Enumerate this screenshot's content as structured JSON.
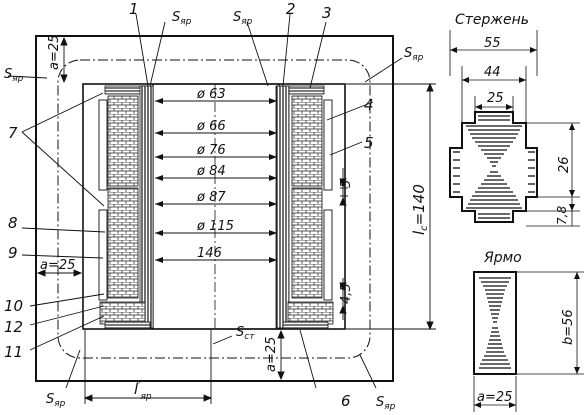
{
  "labels": {
    "n1": "1",
    "n2": "2",
    "n3": "3",
    "n4": "4",
    "n5": "5",
    "n6": "6",
    "n7": "7",
    "n8": "8",
    "n9": "9",
    "n10": "10",
    "n11": "11",
    "n12": "12",
    "s_yar": "S",
    "s_yar_sub": "яр",
    "s_st": "S",
    "s_st_sub": "ст",
    "a25": "a=25",
    "lc": "l",
    "lc_sub": "c",
    "lc_val": "=140",
    "lyar": "l",
    "lyar_sup": "′",
    "lyar_sub": "яр",
    "d5a": "5",
    "d45": "4,5"
  },
  "diameters": [
    "ø 63",
    "ø 66",
    "ø 76",
    "ø 84",
    "ø 87",
    "ø 115",
    "146"
  ],
  "rod": {
    "title": "Стержень",
    "dims": [
      "55",
      "44",
      "25"
    ],
    "side_dims": [
      "26",
      "7,8"
    ]
  },
  "yoke": {
    "title": "Ярмо",
    "height": "b=56",
    "width": "a=25"
  }
}
